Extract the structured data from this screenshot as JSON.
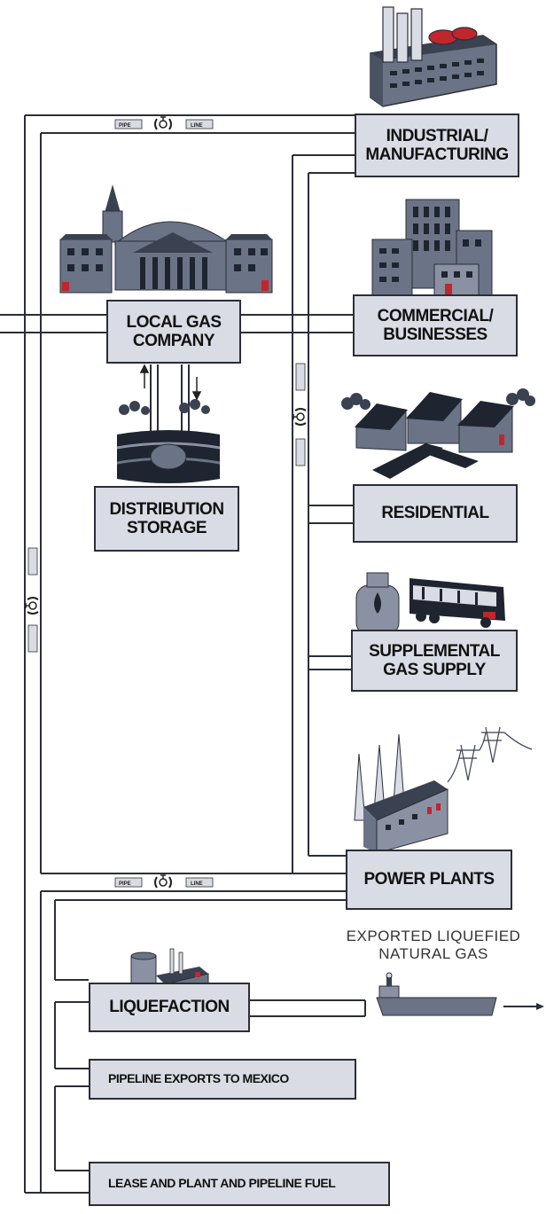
{
  "boxes": {
    "industrial": "INDUSTRIAL/\nMANUFACTURING",
    "commercial": "COMMERCIAL/\nBUSINESSES",
    "local_gas": "LOCAL GAS\nCOMPANY",
    "residential": "RESIDENTIAL",
    "distribution": "DISTRIBUTION\nSTORAGE",
    "supplemental": "SUPPLEMENTAL\nGAS SUPPLY",
    "power_plants": "POWER PLANTS",
    "liquefaction": "LIQUEFACTION",
    "pipeline_exports": "PIPELINE EXPORTS TO MEXICO",
    "lease_fuel": "LEASE AND PLANT AND PIPELINE FUEL"
  },
  "exported_lng": "EXPORTED LIQUEFIED\nNATURAL GAS",
  "pipe_labels": {
    "pipe": "PIPE",
    "line": "LINE"
  },
  "colors": {
    "box_fill": "#d9dce4",
    "outline": "#2b2e38",
    "building_body": "#6b7386",
    "building_roof": "#3a4150",
    "window": "#1e2430",
    "red_accent": "#c0262c"
  },
  "icons": [
    "factory-icon",
    "city-hall-icon",
    "office-buildings-icon",
    "houses-icon",
    "storage-reservoir-icon",
    "propane-tank-icon",
    "tanker-truck-icon",
    "power-plant-icon",
    "transmission-tower-icon",
    "lng-plant-icon",
    "lng-ship-icon",
    "valve-icon"
  ]
}
